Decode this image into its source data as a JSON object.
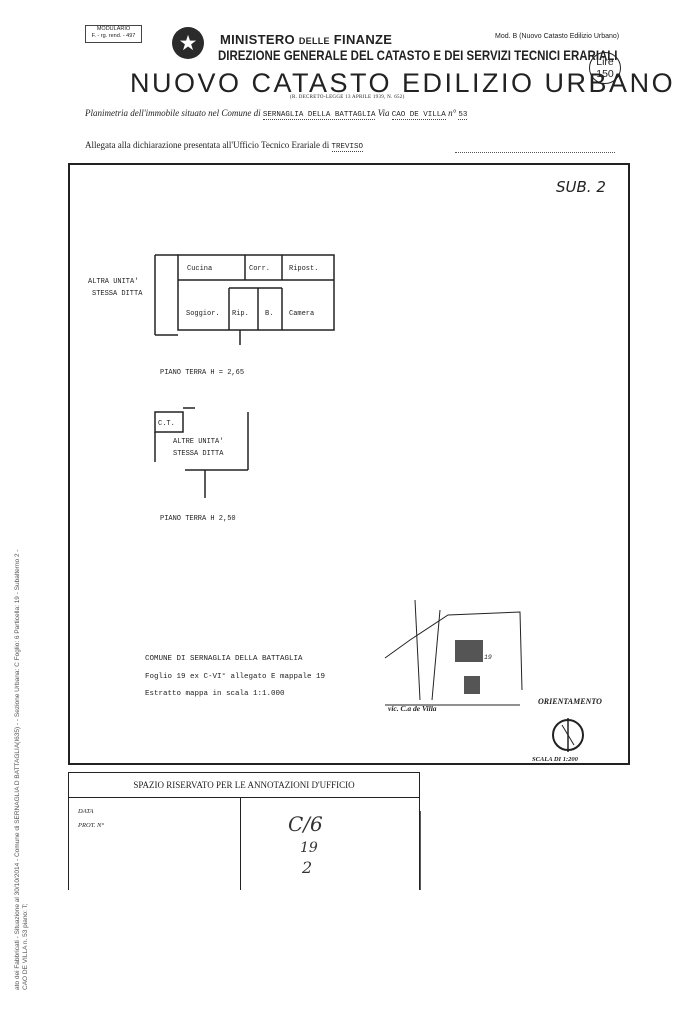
{
  "header": {
    "modulario_line1": "MODULARIO",
    "modulario_line2": "F. - rg. rend. - 497",
    "ministry_word": "MINISTERO",
    "ministry_small": "DELLE",
    "ministry_end": "FINANZE",
    "direzione": "DIREZIONE GENERALE DEL CATASTO E DEI SERVIZI TECNICI ERARIALI",
    "mod_b": "Mod. B (Nuovo Catasto Edilizio Urbano)",
    "lire_label": "Lire",
    "lire_value": "150",
    "title": "NUOVO CATASTO EDILIZIO URBANO",
    "decreto": "(R. DECRETO-LEGGE 13 APRILE 1939, N. 652)"
  },
  "planimetria": {
    "lead": "Planimetria dell'immobile situato nel Comune di",
    "comune": "SERNAGLIA DELLA BATTAGLIA",
    "via_label": "Via",
    "via": "CAO DE VILLA",
    "num_label": "n°",
    "numero": "53"
  },
  "allegata": {
    "lead": "Allegata alla dichiarazione presentata all'Ufficio Tecnico Erariale di",
    "ufficio": "TREVISO"
  },
  "sheet": {
    "sub": "SUB. 2",
    "altra_unita_1": "ALTRA UNITA'",
    "altra_unita_2": "STESSA DITTA",
    "rooms": {
      "cucina": "Cucina",
      "corr": "Corr.",
      "ripost": "Ripost.",
      "soggior": "Soggior.",
      "rip": "Rip.",
      "b": "B.",
      "camera": "Camera"
    },
    "piano1": "PIANO TERRA H = 2,65",
    "ct": "C.T.",
    "altre_unita_1": "ALTRE UNITA'",
    "altre_unita_2": "STESSA DITTA",
    "piano2": "PIANO TERRA H   2,50",
    "comune_line": "COMUNE DI SERNAGLIA DELLA BATTAGLIA",
    "foglio_line": "Foglio 19 ex C-VI°  allegato E  mappale 19",
    "estratto_line": "Estratto mappa in scala  1:1.000",
    "vic": "vic. C.a de Villa",
    "map_num": "19",
    "orientamento": "ORIENTAMENTO",
    "scala": "SCALA DI 1:200"
  },
  "riservato": {
    "heading": "SPAZIO RISERVATO PER LE ANNOTAZIONI D'UFFICIO",
    "data": "DATA",
    "prot": "PROT. N°",
    "hw1": "C/6",
    "hw2": "19",
    "hw3": "2"
  },
  "sidebar": {
    "line1": "ato dei Fabbricati - Situazione al 30/10/2014 - Comune di SERNAGLIA D BATTAGLIA(I635) - - Sezione Urbana: C Foglio: 6 Particella: 19 - Subalterno 2 -",
    "line2": "CAO DE VILLA n. 53 piano: T;"
  }
}
